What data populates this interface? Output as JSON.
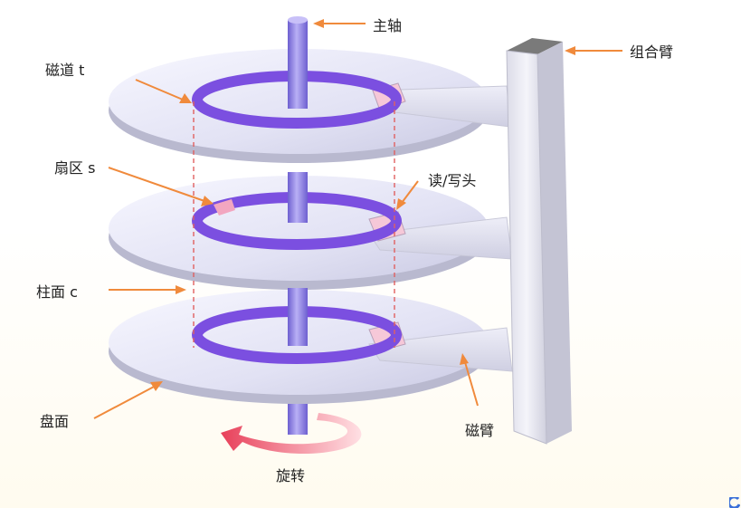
{
  "labels": {
    "spindle": "主轴",
    "track": "磁道 t",
    "sector": "扇区 s",
    "cylinder": "柱面 c",
    "surface": "盘面",
    "rotation": "旋转",
    "head": "读/写头",
    "arm_assembly": "组合臂",
    "arm": "磁臂"
  },
  "colors": {
    "spindle": "#8b7fe0",
    "track": "#7b4fe0",
    "platter": "#e4e4f6",
    "arrow": "#f08a3c",
    "cylinder_line": "#e06060",
    "head": "#f6c8d8"
  }
}
